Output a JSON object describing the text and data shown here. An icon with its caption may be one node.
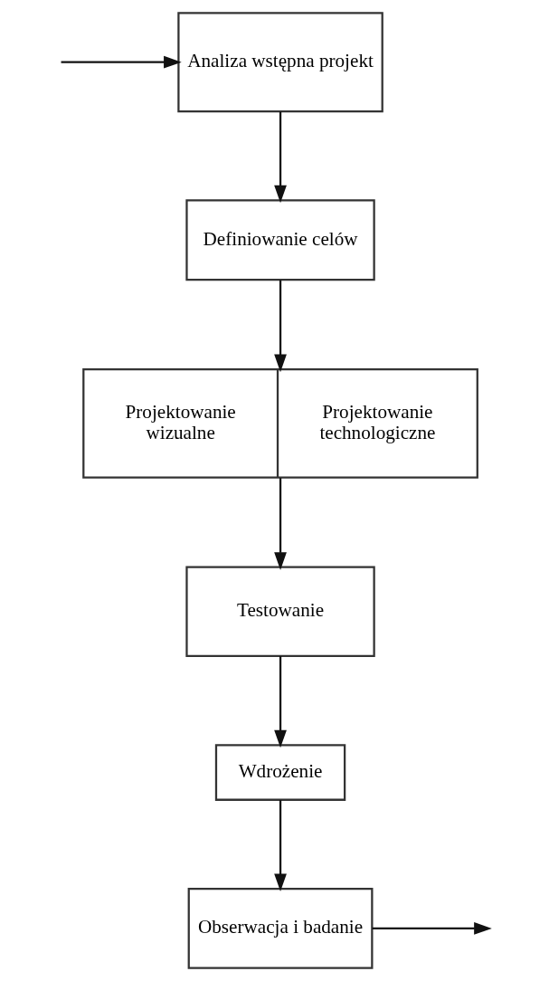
{
  "diagram": {
    "nodes": [
      {
        "text": [
          "Analiza wstępna projekt"
        ]
      },
      {
        "text": [
          "Definiowanie celów"
        ]
      },
      {
        "text": [
          "Projektowanie wizualne",
          "Projektowanie technologiczne"
        ]
      },
      {
        "text": [
          "Testowanie"
        ]
      },
      {
        "text": [
          "Wdrożenie"
        ]
      },
      {
        "text": [
          "Obserwacja i badanie"
        ]
      }
    ],
    "edges": [
      {
        "from": null,
        "to": 0,
        "arrow": "to"
      },
      {
        "from": 0,
        "to": 1,
        "arrow": "to"
      },
      {
        "from": 1,
        "to": 2,
        "arrow": "to"
      },
      {
        "from": 2,
        "to": 3,
        "arrow": "to"
      },
      {
        "from": 3,
        "to": 4,
        "arrow": "to"
      },
      {
        "from": 4,
        "to": 5,
        "arrow": "to"
      },
      {
        "from": 5,
        "to": null,
        "arrow": "to"
      }
    ]
  }
}
